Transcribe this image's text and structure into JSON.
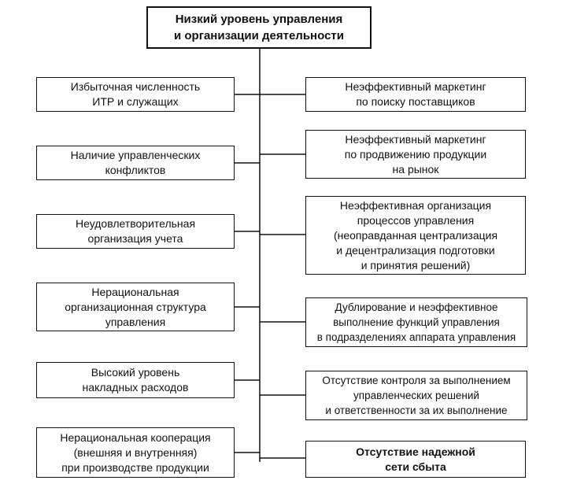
{
  "top": {
    "label": "Низкий уровень управления\nи организации деятельности"
  },
  "left": [
    {
      "label": "Избыточная численность\nИТР и служащих"
    },
    {
      "label": "Наличие управленческих\nконфликтов"
    },
    {
      "label": "Неудовлетворительная\nорганизация учета"
    },
    {
      "label": "Нерациональная\nорганизационная структура\nуправления"
    },
    {
      "label": "Высокий уровень\nнакладных расходов"
    },
    {
      "label": "Нерациональная кооперация\n(внешняя и внутренняя)\nпри производстве продукции"
    }
  ],
  "right": [
    {
      "label": "Неэффективный маркетинг\nпо поиску поставщиков"
    },
    {
      "label": "Неэффективный маркетинг\nпо продвижению продукции\nна рынок"
    },
    {
      "label": "Неэффективная организация\nпроцессов управления\n(неоправданная централизация\nи децентрализация подготовки\nи принятия решений)"
    },
    {
      "label": "Дублирование и неэффективное\nвыполнение функций управления\nв подразделениях аппарата управления"
    },
    {
      "label": "Отсутствие контроля за выполнением\nуправленческих решений\nи ответственности за их выполнение"
    },
    {
      "label": "Отсутствие надежной\nсети сбыта"
    }
  ]
}
